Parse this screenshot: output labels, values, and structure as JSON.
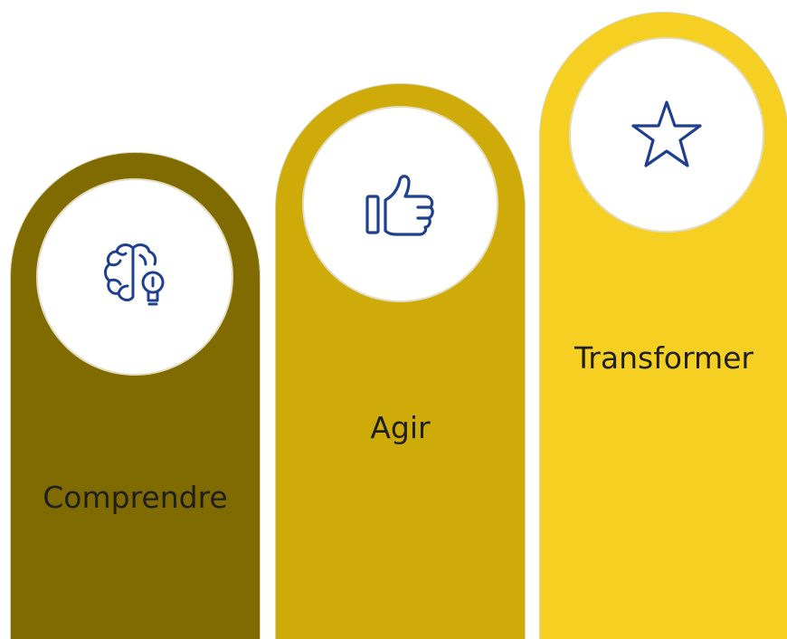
{
  "steps": [
    {
      "label": "Comprendre",
      "icon": "brain-lightbulb-icon",
      "color": "#806b00"
    },
    {
      "label": "Agir",
      "icon": "thumbs-up-icon",
      "color": "#ceab09"
    },
    {
      "label": "Transformer",
      "icon": "star-icon",
      "color": "#f5cf22"
    }
  ],
  "icon_color": "#1f3f8f"
}
